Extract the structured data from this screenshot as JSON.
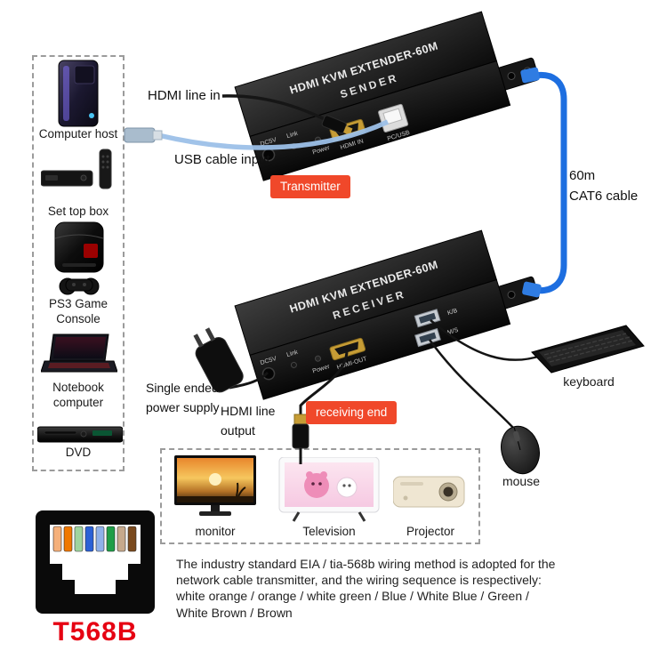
{
  "colors": {
    "badge_orange": "#f0482a",
    "cable_blue": "#1d6ee0",
    "t568b_red": "#e60012",
    "hdmi_gold": "#c69c35"
  },
  "sender_unit": {
    "title": "HDMI KVM EXTENDER-60M",
    "subtitle": "SENDER",
    "ports": {
      "dc": "DC5V",
      "link": "Link",
      "power": "Power",
      "hdmi": "HDMI IN",
      "usb": "PC/USB"
    }
  },
  "receiver_unit": {
    "title": "HDMI KVM EXTENDER-60M",
    "subtitle": "RECEIVER",
    "ports": {
      "dc": "DC5V",
      "link": "Link",
      "power": "Power",
      "hdmi": "HDMI-OUT",
      "kb": "K/B",
      "ms": "M/S"
    }
  },
  "badges": {
    "transmitter": "Transmitter",
    "receiving_end": "receiving end"
  },
  "callouts": {
    "hdmi_line_in": "HDMI line in",
    "usb_cable_input": "USB cable input",
    "cat6": "60m\nCAT6 cable",
    "power_supply": "Single ended\npower supply",
    "hdmi_line_output": "HDMI line\noutput",
    "keyboard": "keyboard",
    "mouse": "mouse"
  },
  "source_devices": [
    {
      "label": "Computer host",
      "icon": "computer-tower"
    },
    {
      "label": "Set top box",
      "icon": "set-top-box"
    },
    {
      "label": "PS3 Game\nConsole",
      "icon": "game-console"
    },
    {
      "label": "Notebook\ncomputer",
      "icon": "notebook"
    },
    {
      "label": "DVD",
      "icon": "dvd-player"
    }
  ],
  "display_devices": [
    {
      "label": "monitor",
      "icon": "monitor"
    },
    {
      "label": "Television",
      "icon": "television"
    },
    {
      "label": "Projector",
      "icon": "projector"
    }
  ],
  "t568b": {
    "label": "T568B",
    "wire_sequence": [
      "white orange",
      "orange",
      "white green",
      "blue",
      "white blue",
      "green",
      "white brown",
      "brown"
    ],
    "wire_colors": [
      "#f5b07a",
      "#f07800",
      "#9fd49f",
      "#2b61d6",
      "#8fb1ea",
      "#1f9e48",
      "#c6a98c",
      "#7a4a1e"
    ]
  },
  "footer": {
    "text": "The industry standard EIA / tia-568b wiring method is adopted for the\nnetwork cable transmitter, and the wiring sequence is respectively:\nwhite orange / orange / white green / Blue / White Blue / Green /\nWhite Brown / Brown"
  }
}
